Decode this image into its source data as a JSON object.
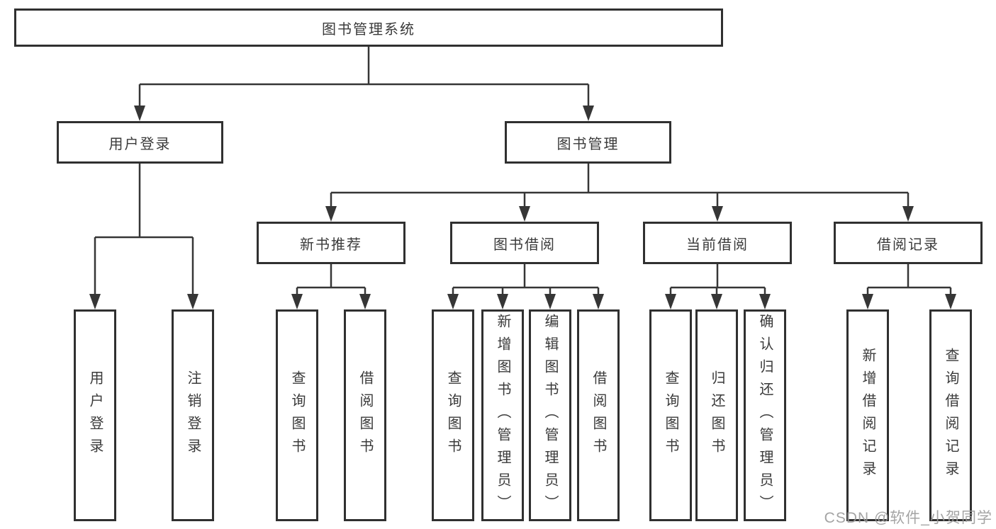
{
  "colors": {
    "line": "#363636",
    "box_border": "#303030",
    "text": "#3a3a3a",
    "watermark": "#9b9b9b",
    "background": "#ffffff"
  },
  "tree": {
    "root": {
      "label": "图书管理系统"
    },
    "branches": [
      {
        "label": "用户登录",
        "children": [
          {
            "label": "用户登录"
          },
          {
            "label": "注销登录"
          }
        ]
      },
      {
        "label": "图书管理",
        "children": [
          {
            "label": "新书推荐",
            "children": [
              {
                "label": "查询图书"
              },
              {
                "label": "借阅图书"
              }
            ]
          },
          {
            "label": "图书借阅",
            "children": [
              {
                "label": "查询图书"
              },
              {
                "label": "新增图书（管理员）"
              },
              {
                "label": "编辑图书（管理员）"
              },
              {
                "label": "借阅图书"
              }
            ]
          },
          {
            "label": "当前借阅",
            "children": [
              {
                "label": "查询图书"
              },
              {
                "label": "归还图书"
              },
              {
                "label": "确认归还（管理员）"
              }
            ]
          },
          {
            "label": "借阅记录",
            "children": [
              {
                "label": "新增借阅记录"
              },
              {
                "label": "查询借阅记录"
              }
            ]
          }
        ]
      }
    ]
  },
  "watermark": {
    "text": "CSDN @软件_小贺同学"
  }
}
